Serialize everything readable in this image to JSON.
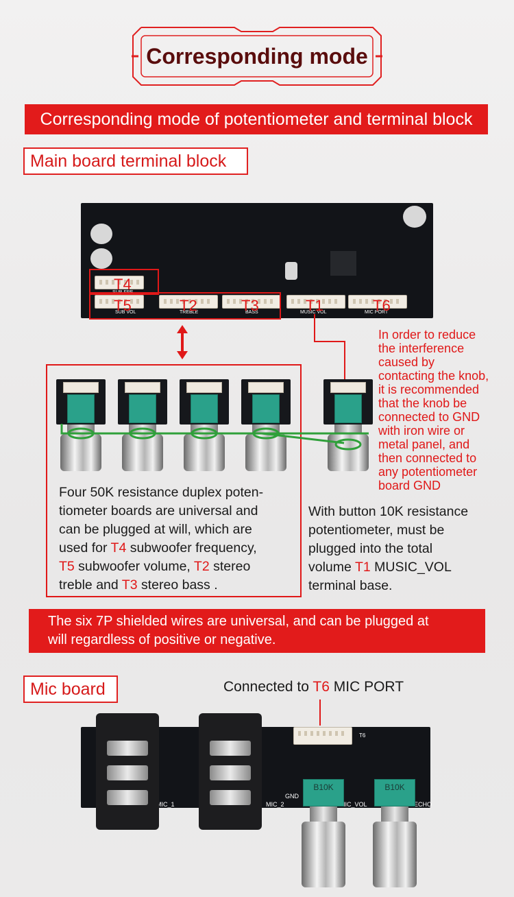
{
  "header": {
    "title": "Corresponding mode",
    "banner": "Corresponding mode of potentiometer and terminal block"
  },
  "main_board": {
    "label": "Main board terminal block",
    "terminals": [
      "T4",
      "T5",
      "T2",
      "T3",
      "T1",
      "T6"
    ],
    "silkscreen": [
      "SUB FRE",
      "SUB VOL",
      "TREBLE",
      "BASS",
      "MUSIC VOL",
      "MIC PORT"
    ]
  },
  "pot_section": {
    "left_text": [
      {
        "t": "Four 50K resistance duplex poten-",
        "h": false
      },
      {
        "t": "tiometer boards are universal and",
        "h": false
      },
      {
        "t": "can be plugged at will, which are",
        "h": false
      }
    ],
    "left_line4": [
      "used for ",
      "T4",
      " subwoofer frequency,"
    ],
    "left_line5": [
      "T5",
      " subwoofer volume, ",
      "T2",
      " stereo"
    ],
    "left_line6": [
      "treble and ",
      "T3",
      " stereo bass ."
    ],
    "right_lines": [
      "With button 10K resistance",
      "potentiometer, must be",
      "plugged into the total"
    ],
    "right_line4": [
      "volume ",
      "T1",
      " MUSIC_VOL"
    ],
    "right_line5": "terminal base.",
    "note": [
      "In order to reduce",
      "the interference",
      "caused by",
      "contacting the knob,",
      "it is recommended",
      "that the knob be",
      "connected to GND",
      "with iron wire or",
      "metal panel, and",
      "then connected to",
      "any potentiometer",
      "board GND"
    ]
  },
  "notice": {
    "line1": "The six 7P shielded wires are universal, and can be plugged at",
    "line2": "will regardless of positive or negative."
  },
  "mic_board": {
    "label": "Mic board",
    "caption_pre": "Connected to ",
    "caption_t": "T6",
    "caption_post": " MIC PORT",
    "silkscreen": [
      "MIC_1",
      "MIC_2",
      "GND",
      "MIC_VOL",
      "ECHO",
      "T6"
    ],
    "pot_marks": [
      "B10K",
      "B10K"
    ]
  },
  "colors": {
    "accent": "#e01818",
    "banner": "#e21b1b",
    "title": "#5a0d0d"
  }
}
